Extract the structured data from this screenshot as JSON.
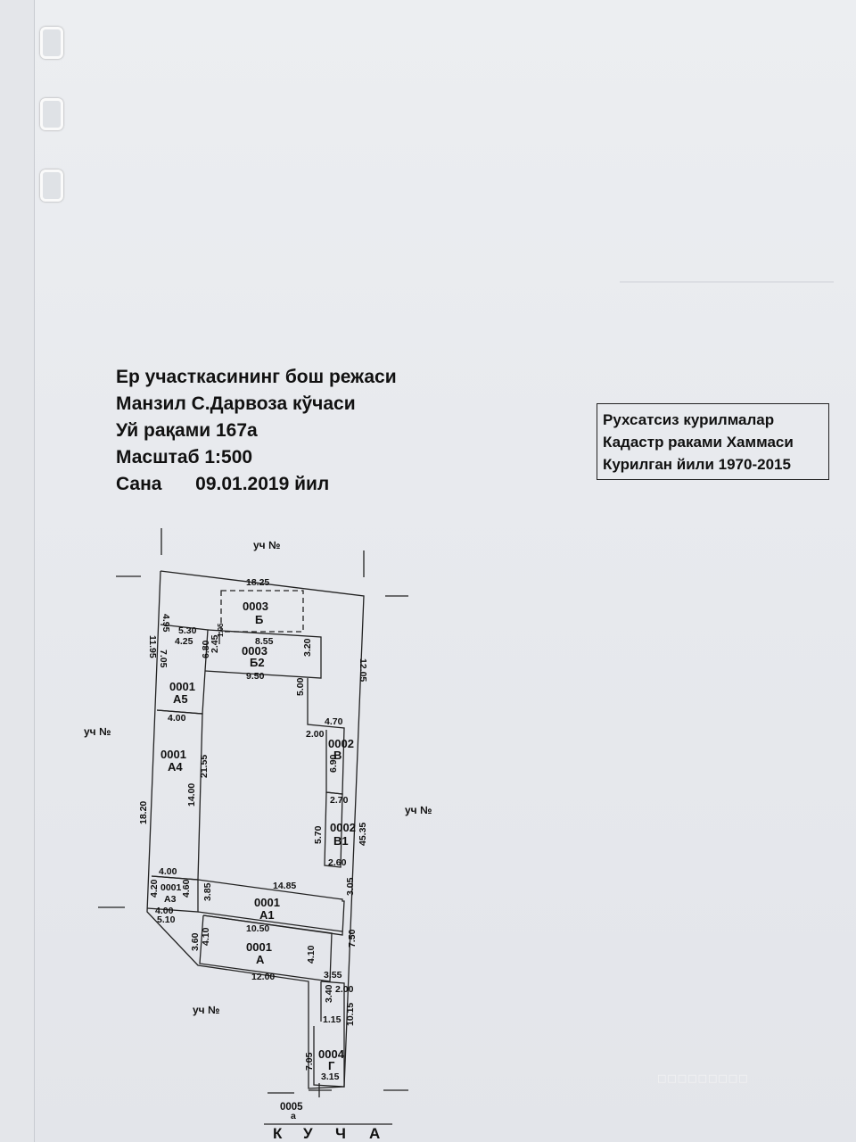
{
  "title": {
    "line1": "Ер участкасининг бош режаси",
    "line2": "Манзил С.Дарвоза кўчаси",
    "line3": "Уй рақами 167а",
    "scale": "Масштаб 1:500",
    "date_label": "Сана",
    "date_value": "09.01.2019 йил"
  },
  "note": {
    "line1": "Рухсатсиз курилмалар",
    "line2": "Кадастр раками Хаммаси",
    "line3": "Курилган йили 1970-2015"
  },
  "neighbors": {
    "top": "уч №",
    "left": "уч №",
    "right": "уч №",
    "bottom_left": "уч №"
  },
  "street": [
    "К",
    "У",
    "Ч",
    "А"
  ],
  "codes": {
    "b": {
      "num": "0003",
      "letter": "Б"
    },
    "b2": {
      "num": "0003",
      "letter": "Б2"
    },
    "a5": {
      "num": "0001",
      "letter": "А5"
    },
    "a4": {
      "num": "0001",
      "letter": "А4"
    },
    "v": {
      "num": "0002",
      "letter": "В"
    },
    "v1": {
      "num": "0002",
      "letter": "В1"
    },
    "a3": {
      "num": "0001",
      "letter": "А3"
    },
    "a1": {
      "num": "0001",
      "letter": "А1"
    },
    "a": {
      "num": "0001",
      "letter": "А"
    },
    "g": {
      "num": "0004",
      "letter": "Г"
    },
    "gate": {
      "num": "0005",
      "letter": "а"
    }
  },
  "dimensions": {
    "top_width": "18.25",
    "left_top": "4.95",
    "left_1195": "11.95",
    "d530": "5.30",
    "d425": "4.25",
    "d705": "7.05",
    "d680": "6.80",
    "d245": "2.45",
    "d105": "1.05",
    "d855": "8.55",
    "d320": "3.20",
    "d950": "9.50",
    "d1205": "12.05",
    "d500": "5.00",
    "d400a": "4.00",
    "d470": "4.70",
    "d200a": "2.00",
    "d690": "6.90",
    "d2155": "21.55",
    "d1400": "14.00",
    "d270": "2.70",
    "d1820": "18.20",
    "d570": "5.70",
    "d4535": "45.35",
    "d260": "2.60",
    "d400b": "4.00",
    "d420": "4.20",
    "d460": "4.60",
    "d385": "3.85",
    "d1485": "14.85",
    "d305": "3.05",
    "d400c": "4.00",
    "d510": "5.10",
    "d1050": "10.50",
    "d410a": "4.10",
    "d360": "3.60",
    "d750": "7.50",
    "d410b": "4.10",
    "d355": "3.55",
    "d1200": "12.00",
    "d200b": "2.00",
    "d340": "3.40",
    "d115": "1.15",
    "d1015": "10.15",
    "d705b": "7.05",
    "d315": "3.15"
  },
  "watermark": "□□□□□□□□□"
}
